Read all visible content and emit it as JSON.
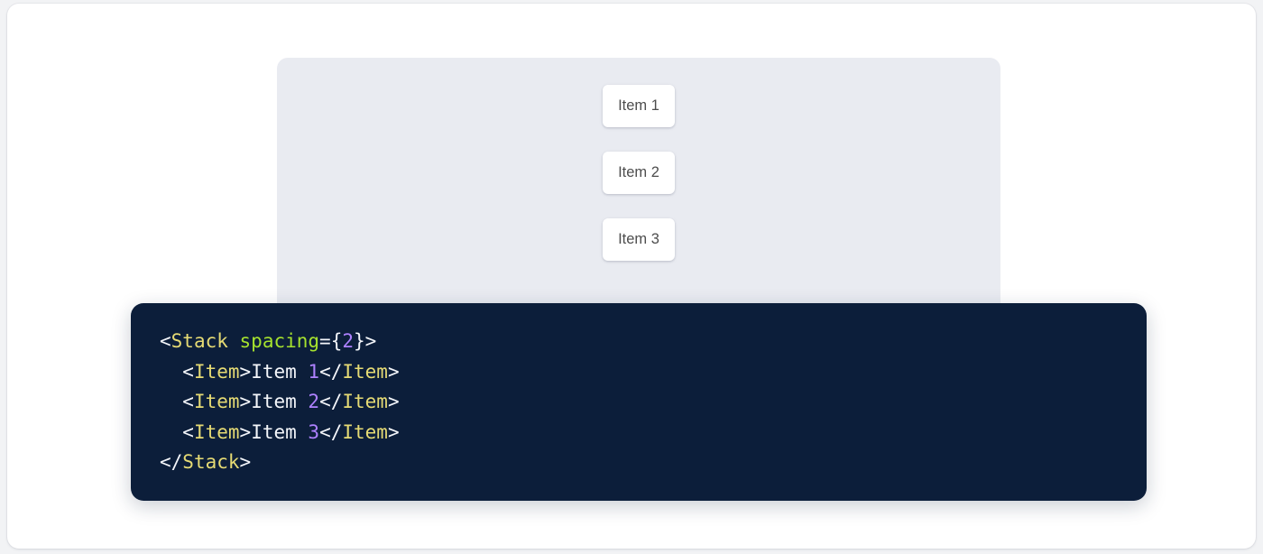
{
  "card": {
    "background_color": "#ffffff",
    "page_background_color": "#f2f3f5"
  },
  "preview": {
    "panel_background_color": "#e9ebf1",
    "component_name": "Stack",
    "spacing_value": "2",
    "items": [
      {
        "label": "Item 1"
      },
      {
        "label": "Item 2"
      },
      {
        "label": "Item 3"
      }
    ]
  },
  "code": {
    "background_color": "#0c1e3a",
    "language": "jsx",
    "colors": {
      "tag": "#e6db74",
      "attribute": "#a6e22e",
      "number": "#ae81ff",
      "punctuation": "#f4f6fa",
      "text": "#f4f6fa"
    },
    "raw": "<Stack spacing={2}>\n  <Item>Item 1</Item>\n  <Item>Item 2</Item>\n  <Item>Item 3</Item>\n</Stack>",
    "lines": [
      {
        "indent": "",
        "tokens": [
          {
            "t": "<",
            "k": "punc"
          },
          {
            "t": "Stack",
            "k": "tag"
          },
          {
            "t": " ",
            "k": "punc"
          },
          {
            "t": "spacing",
            "k": "attr"
          },
          {
            "t": "={",
            "k": "punc"
          },
          {
            "t": "2",
            "k": "num"
          },
          {
            "t": "}>",
            "k": "punc"
          }
        ]
      },
      {
        "indent": "  ",
        "tokens": [
          {
            "t": "<",
            "k": "punc"
          },
          {
            "t": "Item",
            "k": "tag"
          },
          {
            "t": ">",
            "k": "punc"
          },
          {
            "t": "Item ",
            "k": "text"
          },
          {
            "t": "1",
            "k": "num"
          },
          {
            "t": "</",
            "k": "punc"
          },
          {
            "t": "Item",
            "k": "tag"
          },
          {
            "t": ">",
            "k": "punc"
          }
        ]
      },
      {
        "indent": "  ",
        "tokens": [
          {
            "t": "<",
            "k": "punc"
          },
          {
            "t": "Item",
            "k": "tag"
          },
          {
            "t": ">",
            "k": "punc"
          },
          {
            "t": "Item ",
            "k": "text"
          },
          {
            "t": "2",
            "k": "num"
          },
          {
            "t": "</",
            "k": "punc"
          },
          {
            "t": "Item",
            "k": "tag"
          },
          {
            "t": ">",
            "k": "punc"
          }
        ]
      },
      {
        "indent": "  ",
        "tokens": [
          {
            "t": "<",
            "k": "punc"
          },
          {
            "t": "Item",
            "k": "tag"
          },
          {
            "t": ">",
            "k": "punc"
          },
          {
            "t": "Item ",
            "k": "text"
          },
          {
            "t": "3",
            "k": "num"
          },
          {
            "t": "</",
            "k": "punc"
          },
          {
            "t": "Item",
            "k": "tag"
          },
          {
            "t": ">",
            "k": "punc"
          }
        ]
      },
      {
        "indent": "",
        "tokens": [
          {
            "t": "</",
            "k": "punc"
          },
          {
            "t": "Stack",
            "k": "tag"
          },
          {
            "t": ">",
            "k": "punc"
          }
        ]
      }
    ]
  }
}
